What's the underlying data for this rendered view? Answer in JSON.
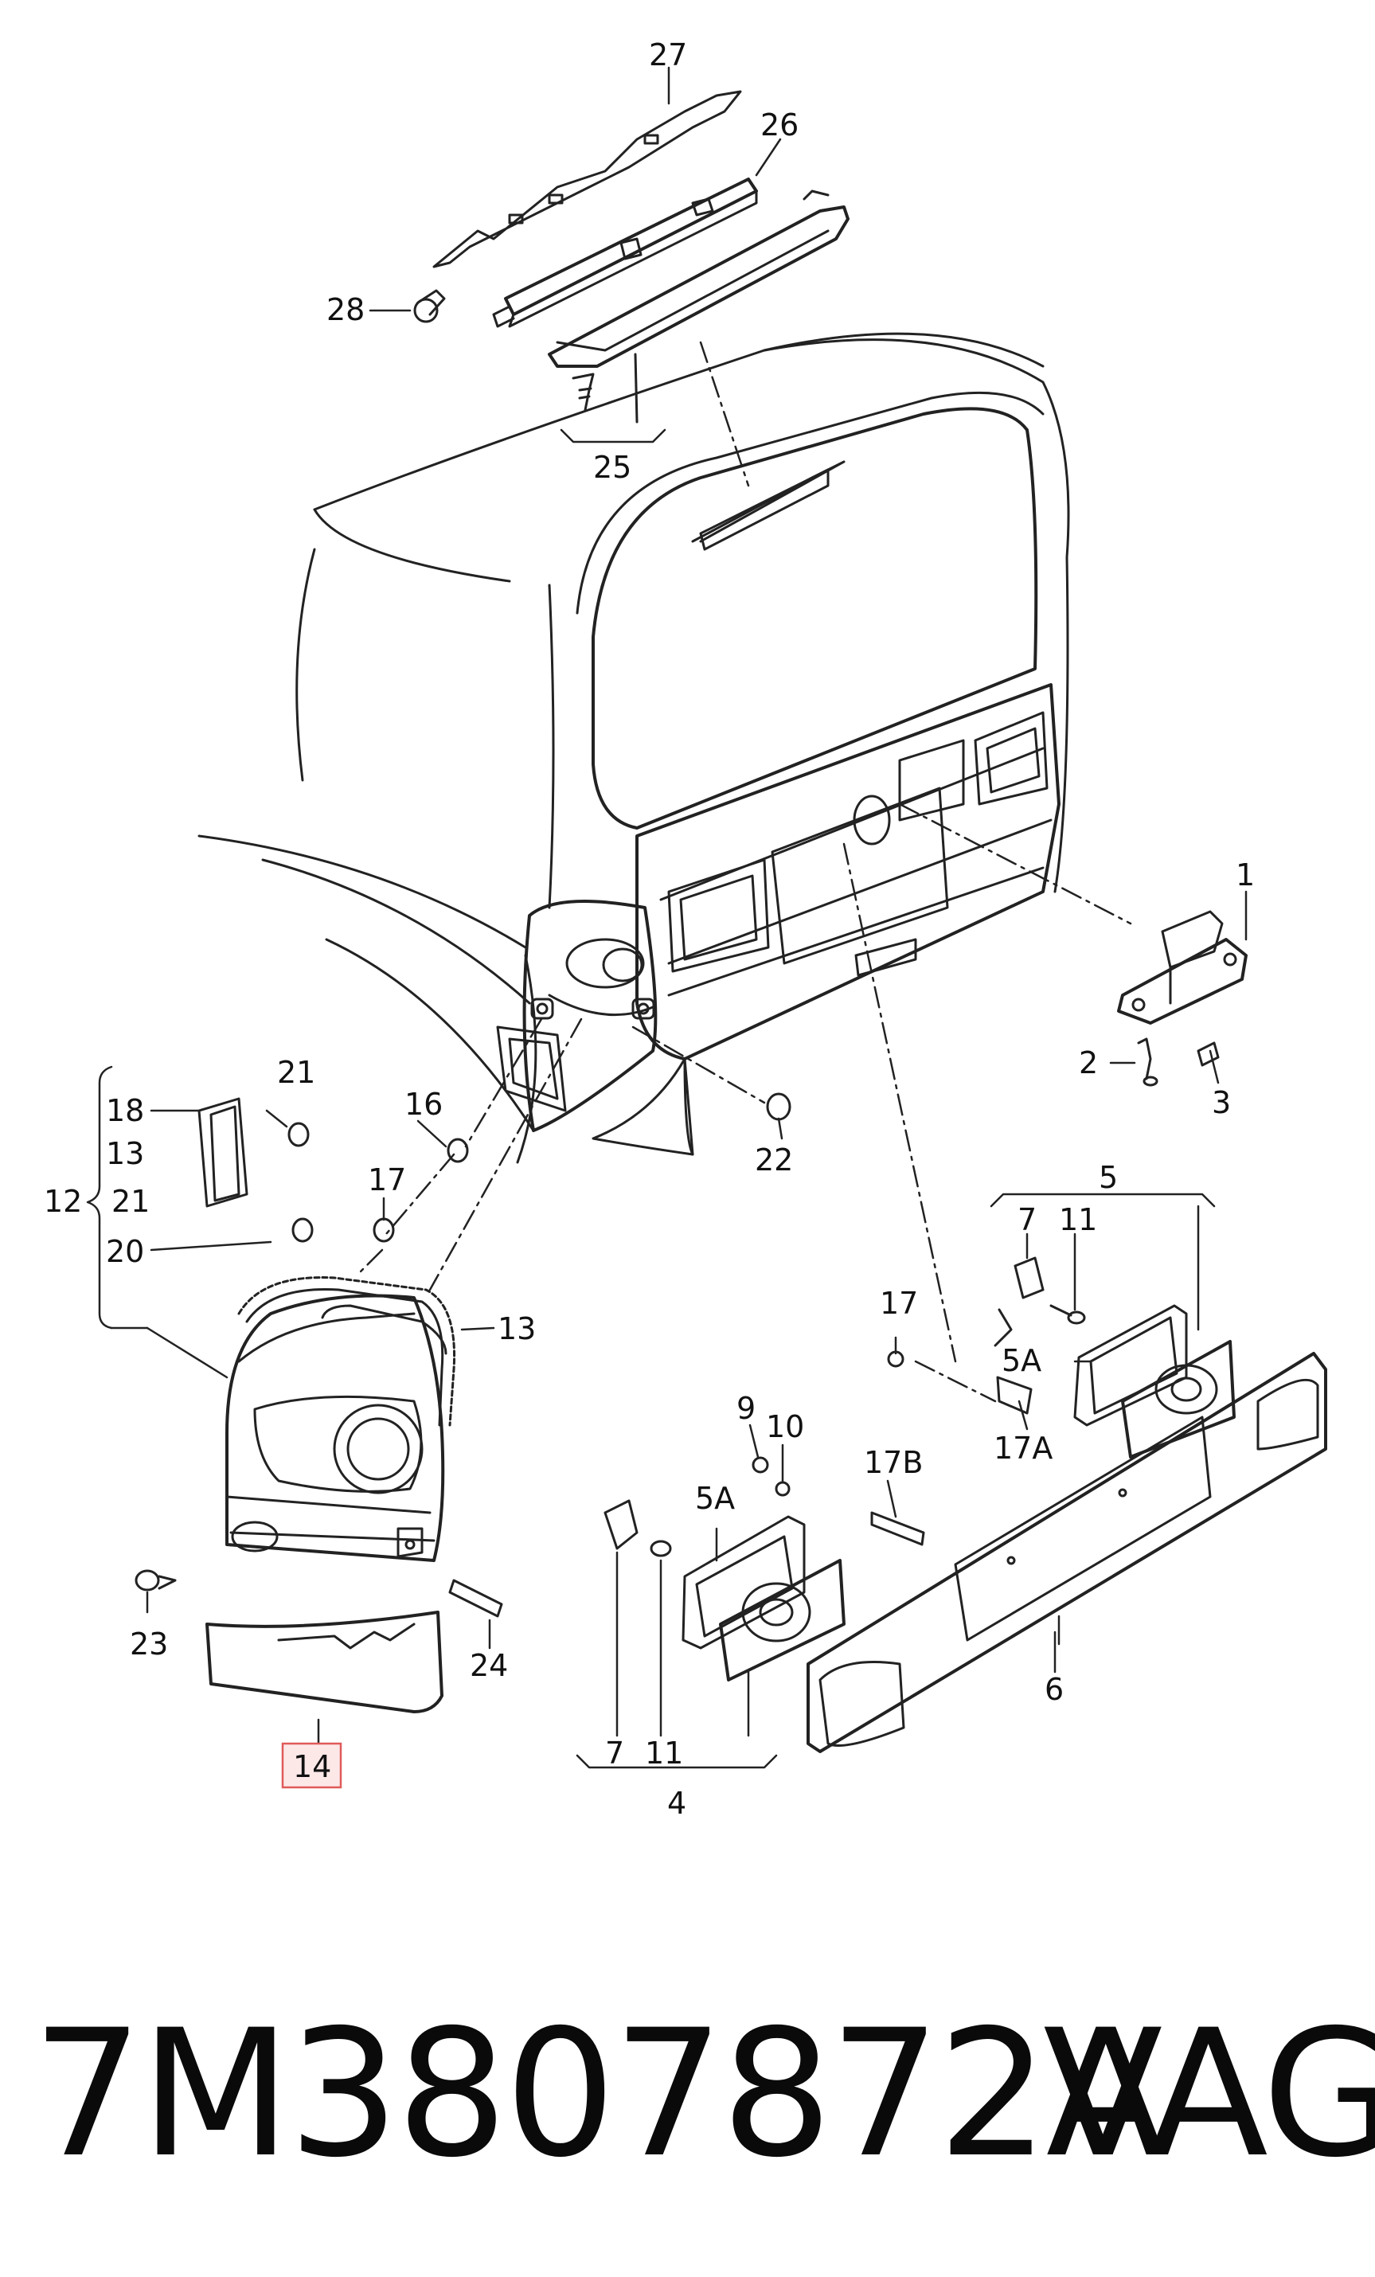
{
  "diagram": {
    "callouts": {
      "c1": "1",
      "c2": "2",
      "c3": "3",
      "c4": "4",
      "c5": "5",
      "c5a_left": "5A",
      "c5a_right": "5A",
      "c6": "6",
      "c7_left": "7",
      "c7_right": "7",
      "c9": "9",
      "c10": "10",
      "c11_left": "11",
      "c11_right": "11",
      "c12": "12",
      "c13_group": "13",
      "c13": "13",
      "c14": "14",
      "c16": "16",
      "c17_left": "17",
      "c17_right": "17",
      "c17a": "17A",
      "c17b": "17B",
      "c18": "18",
      "c20": "20",
      "c21_top": "21",
      "c21_group": "21",
      "c22": "22",
      "c23": "23",
      "c24": "24",
      "c25": "25",
      "c26": "26",
      "c27": "27",
      "c28": "28"
    },
    "highlight": {
      "callout": "14",
      "border_color": "#e05a5a",
      "fill_color": "#fde8e8"
    }
  },
  "caption": {
    "part_number": "7M3807872A",
    "brand": "VAG"
  }
}
